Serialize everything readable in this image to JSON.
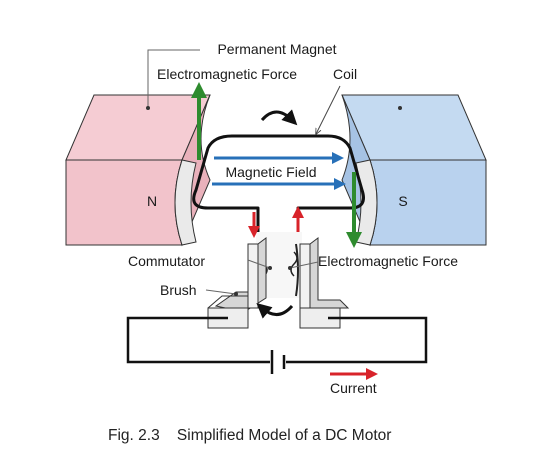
{
  "labels": {
    "permanent_magnet": "Permanent Magnet",
    "em_force_top": "Electromagnetic Force",
    "coil": "Coil",
    "magnetic_field": "Magnetic Field",
    "north": "N",
    "south": "S",
    "commutator": "Commutator",
    "em_force_right": "Electromagnetic Force",
    "brush": "Brush",
    "current": "Current"
  },
  "caption": "Fig. 2.3    Simplified Model of a DC Motor",
  "colors": {
    "north_magnet": "#f2c3cb",
    "south_magnet": "#b9d2ee",
    "force_arrow": "#2e8b2e",
    "field_arrow": "#2770b8",
    "current_arrow": "#d8232a",
    "parts": "#e8e8e8"
  }
}
